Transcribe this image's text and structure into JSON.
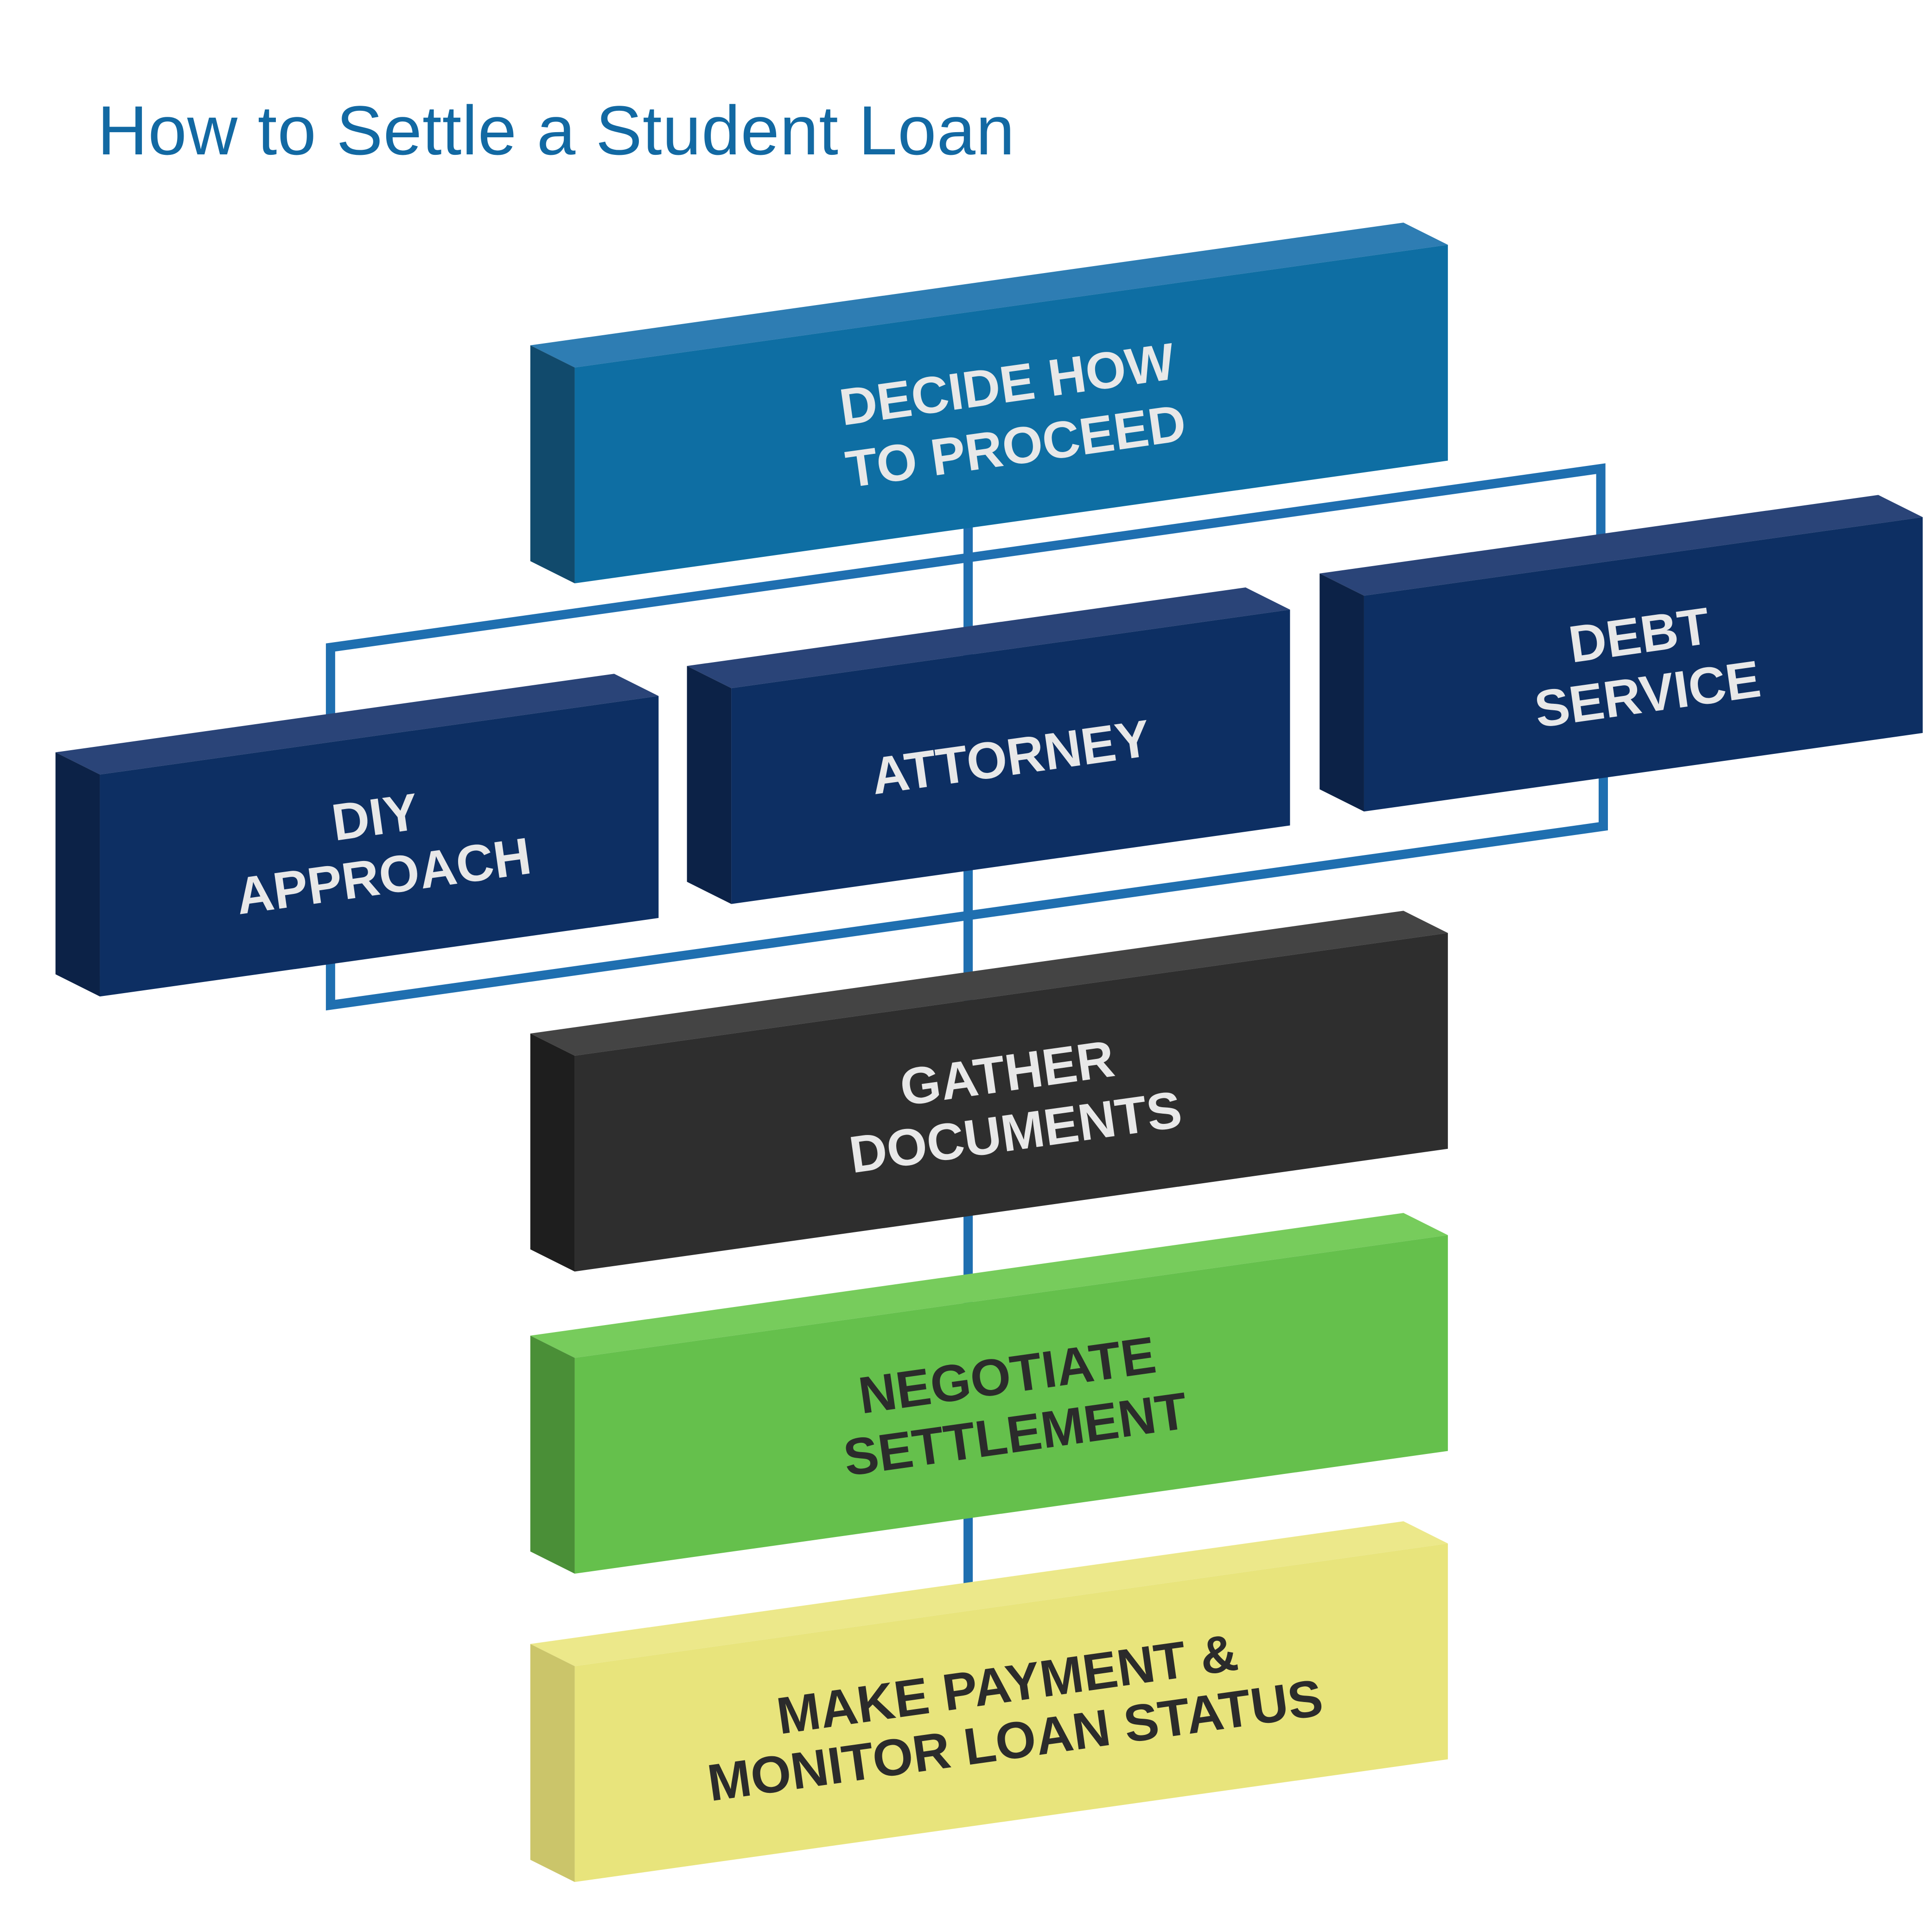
{
  "title": "How to Settle a Student Loan",
  "colors": {
    "title": "#1269a3",
    "connector": "#1f6fb0"
  },
  "steps": [
    {
      "id": "decide",
      "lines": [
        "DECIDE HOW",
        "TO PROCEED"
      ],
      "front": "#0e6ea3",
      "top": "#2e7db3",
      "side": "#114a6c",
      "text": "#e8e8e8"
    },
    {
      "id": "diy",
      "lines": [
        "DIY",
        "APPROACH"
      ],
      "front": "#0d2f63",
      "top": "#2a4478",
      "side": "#0c2247",
      "text": "#e8e8e8"
    },
    {
      "id": "attorney",
      "lines": [
        "ATTORNEY"
      ],
      "front": "#0d2f63",
      "top": "#2a4478",
      "side": "#0c2247",
      "text": "#e8e8e8"
    },
    {
      "id": "debt",
      "lines": [
        "DEBT",
        "SERVICE"
      ],
      "front": "#0d2f63",
      "top": "#2a4478",
      "side": "#0c2247",
      "text": "#e8e8e8"
    },
    {
      "id": "gather",
      "lines": [
        "GATHER",
        "DOCUMENTS"
      ],
      "front": "#2e2e2e",
      "top": "#444444",
      "side": "#1e1e1e",
      "text": "#e8e8e8"
    },
    {
      "id": "negotiate",
      "lines": [
        "NEGOTIATE",
        "SETTLEMENT"
      ],
      "front": "#65c04c",
      "top": "#77cc5c",
      "side": "#4a8f37",
      "text": "#2b2b2b"
    },
    {
      "id": "payment",
      "lines": [
        "MAKE PAYMENT &",
        "MONITOR LOAN STATUS"
      ],
      "front": "#e8e47c",
      "top": "#ece88a",
      "side": "#cbc56a",
      "text": "#2b2b2b"
    }
  ]
}
